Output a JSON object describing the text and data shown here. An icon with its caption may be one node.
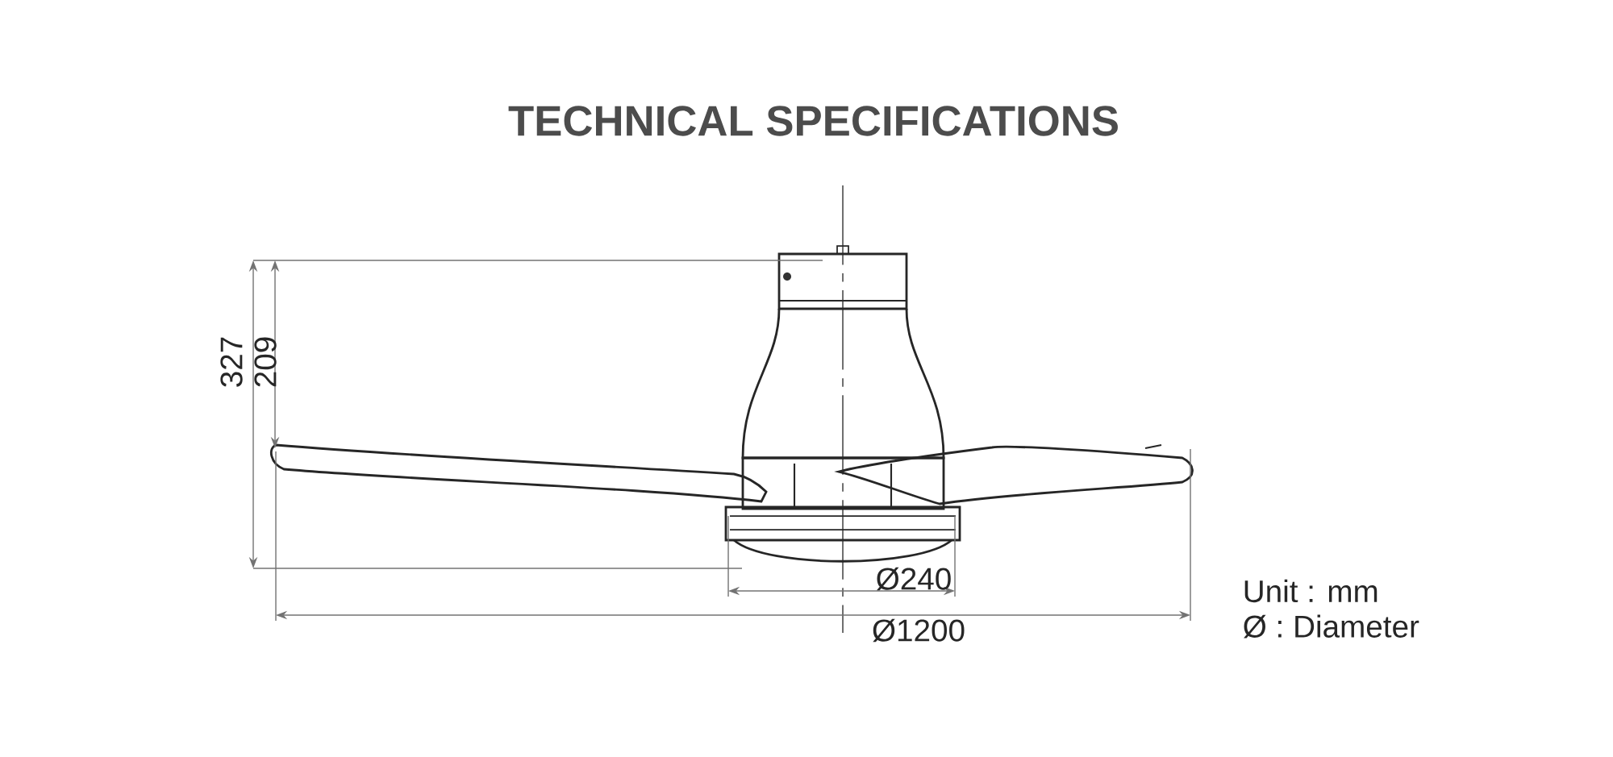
{
  "diagram": {
    "title": "TECHNICAL SPECIFICATIONS",
    "labels": [
      "327",
      "209",
      "Ø240",
      "Ø1200",
      "Unit : mm",
      "Ø : Diameter"
    ]
  }
}
